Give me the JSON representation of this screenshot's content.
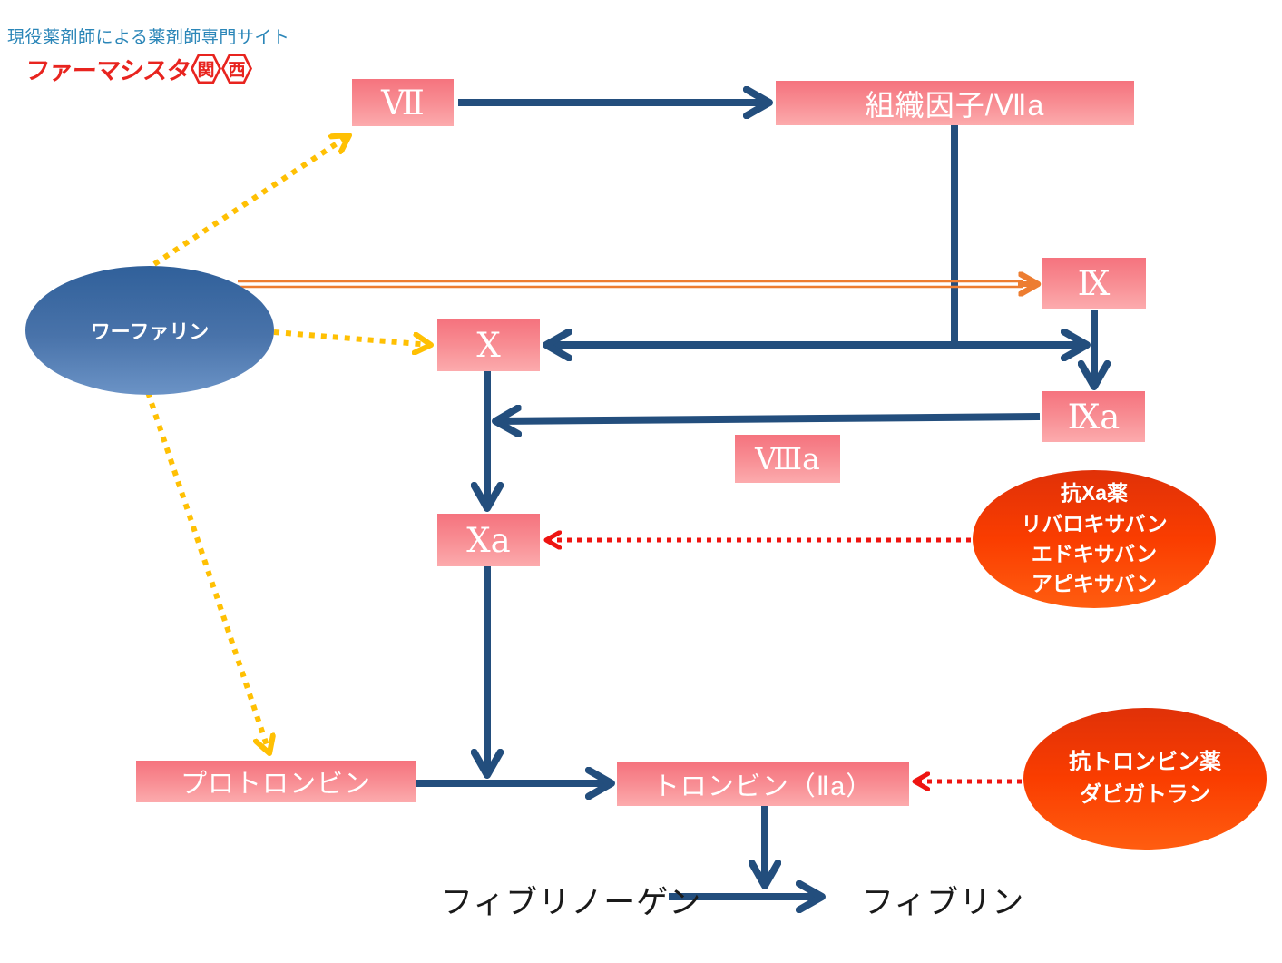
{
  "header": {
    "tagline": "現役薬剤師による薬剤師専門サイト",
    "logo": {
      "text": "ファーマシスタ",
      "badge1": "関",
      "badge2": "西"
    }
  },
  "nodes": {
    "vii": {
      "label": "Ⅶ"
    },
    "tissue_factor": {
      "label": "組織因子/Ⅶa"
    },
    "ix": {
      "label": "Ⅸ"
    },
    "x": {
      "label": "Ⅹ"
    },
    "ixa": {
      "label": "Ⅸa"
    },
    "viiia": {
      "label": "Ⅷa"
    },
    "xa": {
      "label": "Ⅹa"
    },
    "prothrombin": {
      "label": "プロトロンビン"
    },
    "thrombin": {
      "label": "トロンビン（Ⅱa）"
    },
    "warfarin": {
      "label": "ワーファリン"
    },
    "anti_xa": {
      "lines": [
        "抗Xa薬",
        "リバロキサバン",
        "エドキサバン",
        "アピキサバン"
      ]
    },
    "anti_thrombin": {
      "lines": [
        "抗トロンビン薬",
        "ダビガトラン"
      ]
    },
    "fibrinogen": {
      "label": "フィブリノーゲン"
    },
    "fibrin": {
      "label": "フィブリン"
    }
  },
  "edges": [
    {
      "from": "Ⅶ",
      "to": "組織因子/Ⅶa",
      "style": "solid",
      "color": "#234e7d"
    },
    {
      "from": "組織因子/Ⅶa",
      "to": "Ⅹ",
      "style": "solid",
      "color": "#234e7d"
    },
    {
      "from": "組織因子/Ⅶa",
      "to": "Ⅸ→Ⅸa反応",
      "style": "solid",
      "color": "#234e7d"
    },
    {
      "from": "Ⅸ",
      "to": "Ⅸa",
      "style": "solid",
      "color": "#234e7d"
    },
    {
      "from": "Ⅸa",
      "to": "Ⅹ→Ⅹa反応",
      "style": "solid",
      "color": "#234e7d",
      "cofactor": "Ⅷa"
    },
    {
      "from": "Ⅹ",
      "to": "Ⅹa",
      "style": "solid",
      "color": "#234e7d"
    },
    {
      "from": "Ⅹa",
      "to": "プロトロンビン→トロンビン反応",
      "style": "solid",
      "color": "#234e7d"
    },
    {
      "from": "プロトロンビン",
      "to": "トロンビン（Ⅱa）",
      "style": "solid",
      "color": "#234e7d"
    },
    {
      "from": "トロンビン（Ⅱa）",
      "to": "フィブリノーゲン→フィブリン反応",
      "style": "solid",
      "color": "#234e7d"
    },
    {
      "from": "フィブリノーゲン",
      "to": "フィブリン",
      "style": "solid",
      "color": "#234e7d"
    },
    {
      "from": "ワーファリン",
      "to": "Ⅶ",
      "style": "dotted",
      "color": "#ffc003"
    },
    {
      "from": "ワーファリン",
      "to": "Ⅸ",
      "style": "double",
      "color": "#ed7d31"
    },
    {
      "from": "ワーファリン",
      "to": "Ⅹ",
      "style": "dotted",
      "color": "#ffc003"
    },
    {
      "from": "ワーファリン",
      "to": "プロトロンビン",
      "style": "dotted",
      "color": "#ffc003"
    },
    {
      "from": "抗Xa薬",
      "to": "Ⅹa",
      "style": "dotted",
      "color": "#ee1411"
    },
    {
      "from": "抗トロンビン薬",
      "to": "トロンビン（Ⅱa）",
      "style": "dotted",
      "color": "#ee1411"
    }
  ],
  "colors": {
    "box_pink_top": "#f5737e",
    "box_pink_bottom": "#fcabad",
    "arrow_blue": "#234e7d",
    "arrow_yellow": "#ffc003",
    "arrow_orange": "#ed7d31",
    "arrow_red": "#ee1411",
    "warfarin_blue_top": "#30609a",
    "warfarin_blue_bottom": "#6b93c6",
    "drug_red_top": "#e03108",
    "drug_red_bottom": "#ff5d10",
    "tagline_blue": "#2b86b8",
    "logo_red": "#e8241f"
  }
}
